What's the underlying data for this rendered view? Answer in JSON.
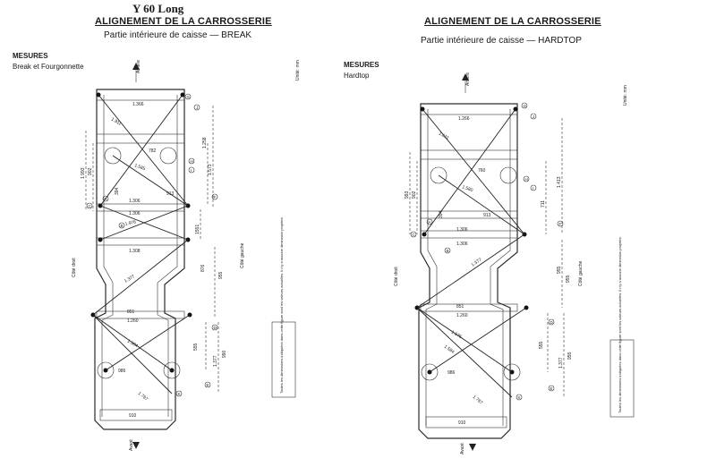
{
  "header": {
    "title": "Y 60  Long"
  },
  "sheets": [
    {
      "title": "ALIGNEMENT DE LA CARROSSERIE",
      "subtitle": "Partie intérieure de caisse — BREAK",
      "mesures_label": "MESURES",
      "variant": "Break et Fourgonnette",
      "unit": "Unité: mm",
      "front_label": "Arrière",
      "rear_label": "Avant",
      "left_side": "Côté droit",
      "right_side": "Côté gauche",
      "note": "Toutes les dimensions indiquées dans cette figure sont les valeurs actuelles. Il n'y a aucune dimension projetée.",
      "widths": [
        "1.366",
        "782",
        "1.306",
        "1.306",
        "1.308",
        "851",
        "1.260",
        "986",
        "910"
      ],
      "diagonals": [
        "1.911",
        "1.585",
        "1.377",
        "1.976",
        "1.584",
        "1.787"
      ],
      "other_dims": [
        "1.258",
        "1.573",
        "913",
        "394",
        "1551",
        "876",
        "555",
        "1.377"
      ],
      "verticals": [
        "1 993",
        "902",
        "955",
        "990"
      ],
      "point_letters": [
        "A",
        "B",
        "C",
        "D",
        "E",
        "F",
        "G",
        "H",
        "I",
        "J",
        "K"
      ]
    },
    {
      "title": "ALIGNEMENT DE LA CARROSSERIE",
      "subtitle": "Partie intérieure de caisse — HARDTOP",
      "mesures_label": "MESURES",
      "variant": "Hardtop",
      "unit": "Unité: mm",
      "front_label": "Arrière",
      "rear_label": "Avant",
      "left_side": "Côté droit",
      "right_side": "Côté gauche",
      "note": "Toutes les dimensions indiquées dans cette figure sont les valeurs actuelles. Il n'y a aucune dimension projetée.",
      "widths": [
        "1.266",
        "760",
        "1.306",
        "1.306",
        "851",
        "1.260",
        "986",
        "910"
      ],
      "diagonals": [
        "1.611",
        "1.580",
        "1.377",
        "1.576",
        "1.584",
        "1.787"
      ],
      "other_dims": [
        "1.413",
        "711",
        "913",
        "394",
        "555",
        "955",
        "1.377"
      ],
      "verticals": [
        "993",
        "902",
        "955",
        "955"
      ],
      "point_letters": [
        "A",
        "B",
        "C",
        "D",
        "E",
        "F",
        "G",
        "H",
        "I",
        "J",
        "K"
      ]
    }
  ]
}
